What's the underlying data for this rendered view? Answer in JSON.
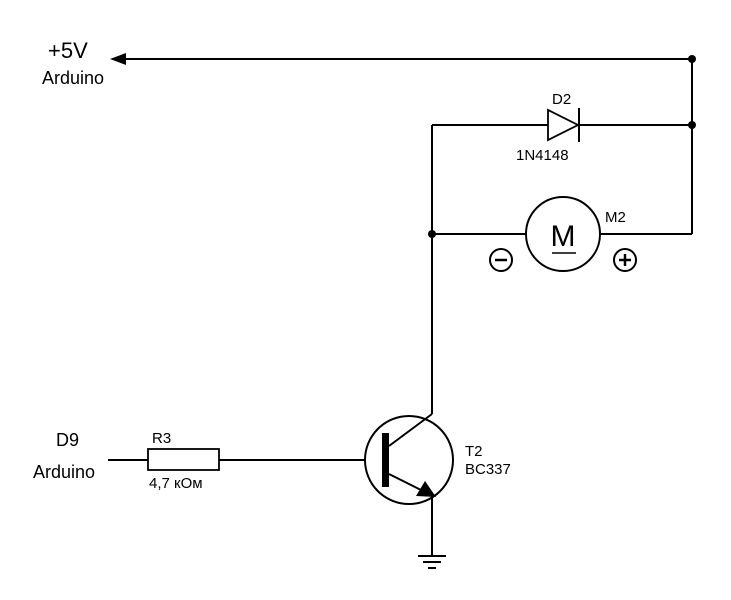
{
  "supply": {
    "voltage": "+5V",
    "source": "Arduino"
  },
  "input": {
    "pin": "D9",
    "source": "Arduino"
  },
  "resistor": {
    "ref": "R3",
    "value": "4,7 кОм"
  },
  "transistor": {
    "ref": "T2",
    "part": "BC337"
  },
  "diode": {
    "ref": "D2",
    "part": "1N4148"
  },
  "motor": {
    "ref": "M2",
    "symbol": "M"
  },
  "polarity": {
    "negative": "−",
    "positive": "+"
  }
}
